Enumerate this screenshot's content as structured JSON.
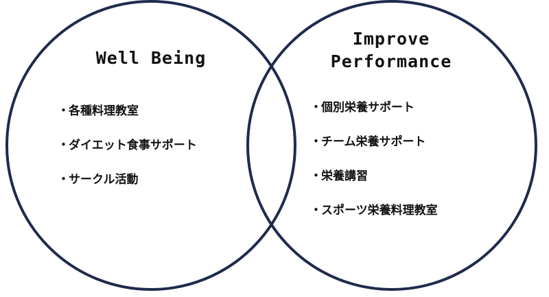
{
  "diagram": {
    "type": "venn",
    "stroke_color": "#1f2a4d",
    "sets": [
      {
        "title": "Well Being",
        "bullet": "・",
        "items": [
          "各種料理教室",
          "ダイエット食事サポート",
          "サークル活動"
        ]
      },
      {
        "title": "Improve\nPerformance",
        "bullet": "・",
        "items": [
          "個別栄養サポート",
          "チーム栄養サポート",
          "栄養講習",
          "スポーツ栄養料理教室"
        ]
      }
    ]
  }
}
